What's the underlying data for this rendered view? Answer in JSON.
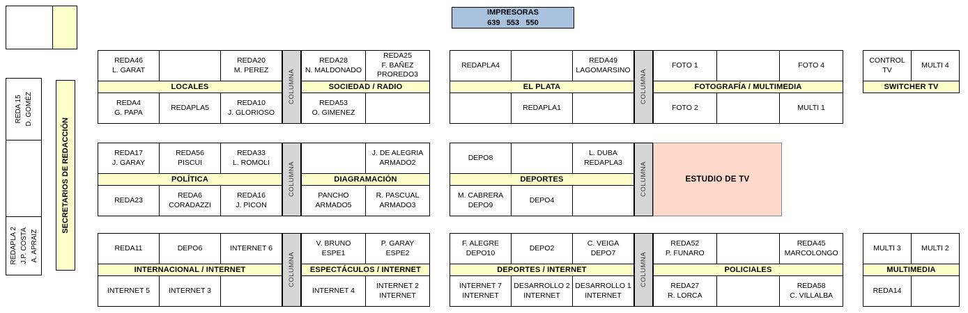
{
  "colors": {
    "yellow": "#FFFFCC",
    "gray": "#D6D6D6",
    "blue": "#A9C2DD",
    "pink": "#FDD9CB"
  },
  "printers": {
    "title": "IMPRESORAS",
    "numbers": "639   553   550"
  },
  "labels": {
    "columna": "COLUMNA",
    "estudio": "ESTUDIO DE TV"
  },
  "left_column": {
    "reda15": "REDA 15\nD. GOMÉZ",
    "secretarios": "SECRETARIOS DE REDACCIÓN",
    "redapla2": "REDAPLA 2\nJ.P. COSTA\nA. APRAIZ"
  },
  "groups": {
    "locales": {
      "label": "LOCALES",
      "top": [
        "REDA46\nL. GARAT",
        "",
        "REDA20\nM. PEREZ"
      ],
      "bottom": [
        "REDA4\nG. PAPA",
        "REDAPLA5",
        "REDA10\nJ. GLORIOSO"
      ]
    },
    "sociedad": {
      "label": "SOCIEDAD / RADIO",
      "top": [
        "REDA28\nN. MALDONADO",
        "REDA25\nF. BAÑEZ\nPROREDO3"
      ],
      "bottom": [
        "REDA53\nO. GIMENEZ",
        ""
      ]
    },
    "elplata": {
      "label": "EL PLATA",
      "top": [
        "REDAPLA4",
        "",
        "REDA49\nLAGOMARSINO"
      ],
      "bottom": [
        "",
        "REDAPLA1",
        ""
      ]
    },
    "fotografia": {
      "label": "FOTOGRAFÍA / MULTIMEDIA",
      "top": [
        "FOTO 1",
        "",
        "FOTO 4"
      ],
      "bottom": [
        "FOTO 2",
        "",
        "MULTI 1"
      ]
    },
    "switcher": {
      "label": "SWITCHER TV",
      "top": [
        "CONTROL TV",
        "MULTI 4"
      ]
    },
    "politica": {
      "label": "POLÍTICA",
      "top": [
        "REDA17\nJ. GARAY",
        "REDA56\nPISCUI",
        "REDA33\nL. ROMOLI"
      ],
      "bottom": [
        "REDA23",
        "REDA6\nCORADAZZI",
        "REDA16\nJ. PICON"
      ]
    },
    "diagramacion": {
      "label": "DIAGRAMACIÓN",
      "top": [
        "",
        "J. DE ALEGRIA\nARMADO2"
      ],
      "bottom": [
        "PANCHO\nARMADO5",
        "R. PASCUAL\nARMADO3"
      ]
    },
    "deportes": {
      "label": "DEPORTES",
      "top": [
        "DEPO8",
        "",
        "L. DUBA\nREDAPLA3"
      ],
      "bottom": [
        "M. CABRERA\nDEPO9",
        "DEPO4",
        ""
      ]
    },
    "internacional": {
      "label": "INTERNACIONAL / INTERNET",
      "top": [
        "REDA11",
        "DEPO6",
        "INTERNET 6"
      ],
      "bottom": [
        "INTERNET 5",
        "INTERNET 3",
        ""
      ]
    },
    "espectaculos": {
      "label": "ESPECTÁCULOS / INTERNET",
      "top": [
        "V. BRUNO\nESPE1",
        "P. GARAY\nESPE2"
      ],
      "bottom": [
        "INTERNET 4",
        "INTERNET 2\nINTERNET"
      ]
    },
    "deportes_internet": {
      "label": "DEPORTES / INTERNET",
      "top": [
        "F. ALEGRE\nDEPO10",
        "DEPO2",
        "C. VEIGA\nDEPO7"
      ],
      "bottom": [
        "INTERNET 7\nINTERNET",
        "DESARROLLO 2\nINTERNET",
        "DESARROLLO 1\nINTERNET"
      ]
    },
    "policiales": {
      "label": "POLICIALES",
      "top": [
        "REDA52\nP. FUNARO",
        "",
        "REDA45\nMARCOLONGO"
      ],
      "bottom": [
        "REDA27\nR. LORCA",
        "",
        "REDA58\nC. VILLALBA"
      ]
    },
    "multimedia": {
      "label": "MULTIMEDIA",
      "top": [
        "MULTI 3",
        "MULTI 2"
      ],
      "bottom": [
        "REDA14",
        ""
      ]
    }
  }
}
